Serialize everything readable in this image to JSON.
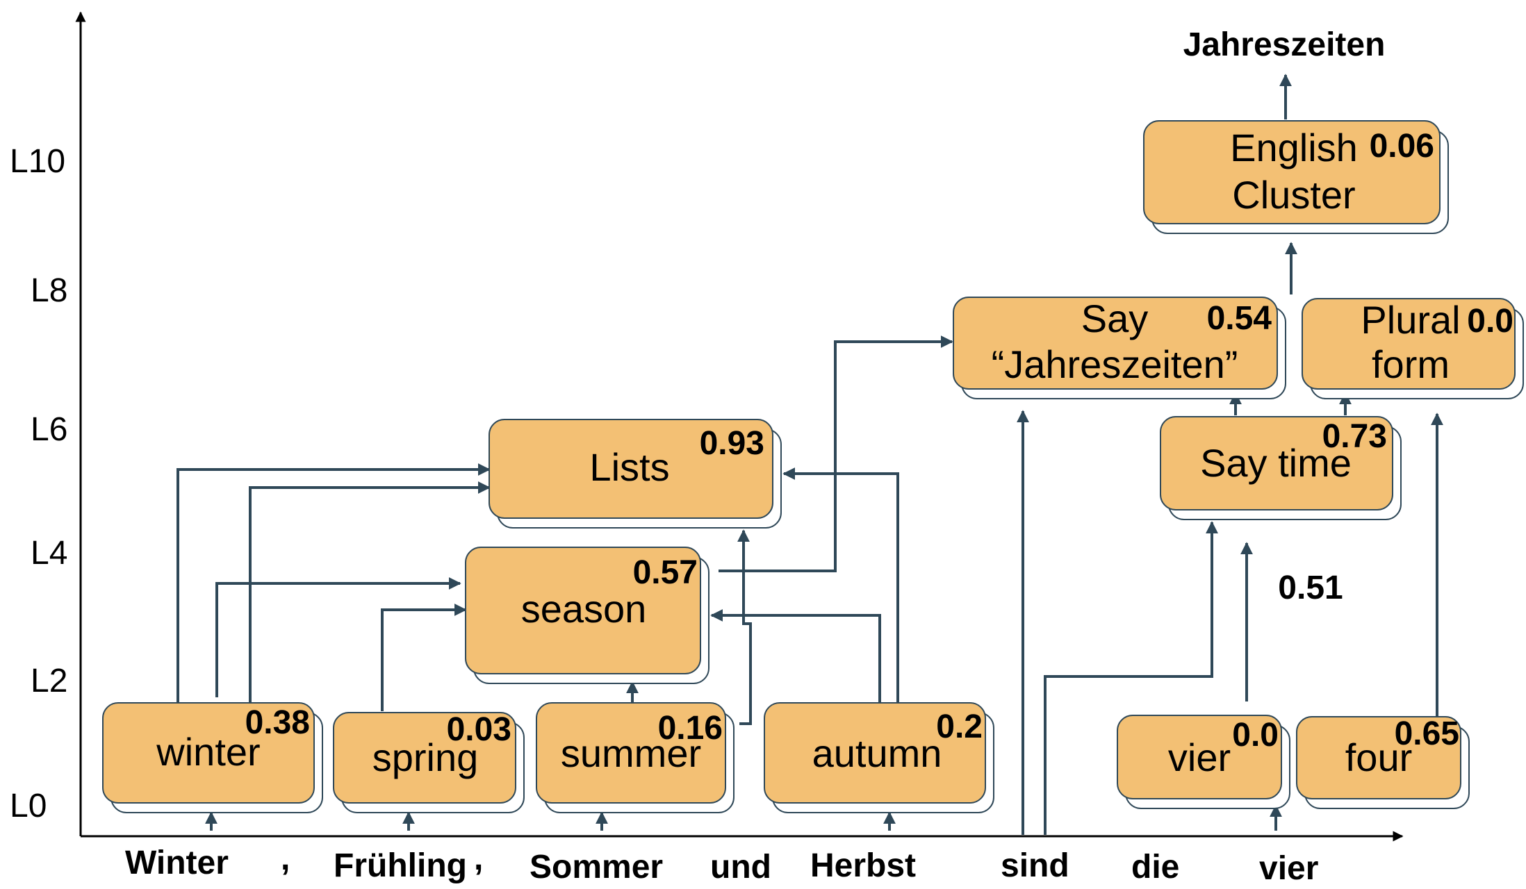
{
  "colors": {
    "node_fill": "#f3c074",
    "node_stroke": "#2f4858",
    "edge": "#2f4858",
    "axis": "#000000"
  },
  "layers": [
    "L0",
    "L2",
    "L4",
    "L6",
    "L8",
    "L10"
  ],
  "tokens": [
    "Winter",
    ",",
    "Frühling",
    ",",
    "Sommer",
    "und",
    "Herbst",
    "sind",
    "die",
    "vier"
  ],
  "output_token": "Jahreszeiten",
  "nodes": {
    "winter": {
      "lines": [
        "winter"
      ],
      "score": "0.38"
    },
    "spring": {
      "lines": [
        "spring"
      ],
      "score": "0.03"
    },
    "summer": {
      "lines": [
        "summer"
      ],
      "score": "0.16"
    },
    "autumn": {
      "lines": [
        "autumn"
      ],
      "score": "0.2"
    },
    "vier": {
      "lines": [
        "vier"
      ],
      "score": "0.0"
    },
    "four": {
      "lines": [
        "four"
      ],
      "score": "0.65"
    },
    "season": {
      "lines": [
        "season"
      ],
      "score": "0.57"
    },
    "lists": {
      "lines": [
        "Lists"
      ],
      "score": "0.93"
    },
    "say_time": {
      "lines": [
        "Say time"
      ],
      "score": "0.73"
    },
    "say_jahreszeiten": {
      "lines": [
        "Say",
        "“Jahreszeiten”"
      ],
      "score": "0.54"
    },
    "plural_form": {
      "lines": [
        "Plural",
        "form"
      ],
      "score": "0.0"
    },
    "english_cluster": {
      "lines": [
        "English",
        "Cluster"
      ],
      "score": "0.06"
    }
  },
  "free_score": "0.51"
}
